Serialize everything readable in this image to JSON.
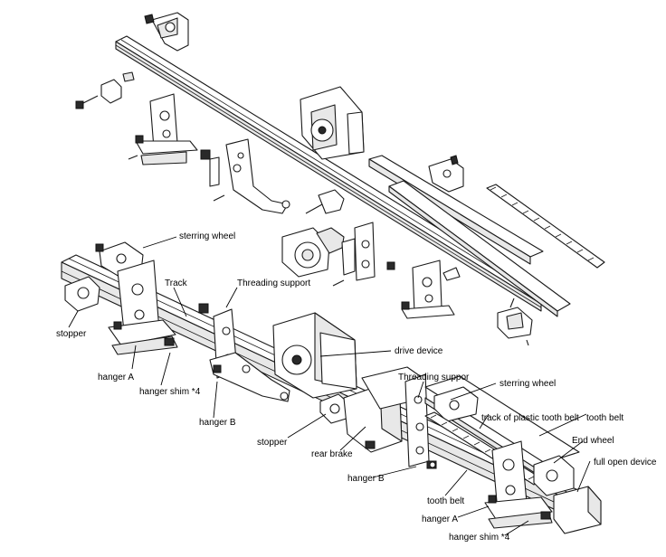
{
  "labels": {
    "sterring_wheel_top": "sterring wheel",
    "track": "Track",
    "threading_support": "Threading support",
    "stopper_left": "stopper",
    "drive_device": "drive device",
    "hanger_a_left": "hanger A",
    "hanger_shim_left": "hanger shim *4",
    "threading_suppor": "Threading suppor",
    "sterring_wheel_right": "sterring wheel",
    "hanger_b_left": "hanger B",
    "track_plastic_belt": "track of plastic tooth belt",
    "tooth_belt_top": "tooth belt",
    "stopper_mid": "stopper",
    "end_wheel": "End wheel",
    "rear_brake": "rear brake",
    "full_open_device": "full open device",
    "hanger_b_right": "hanger B",
    "tooth_belt_bottom": "tooth belt",
    "hanger_a_right": "hanger A",
    "hanger_shim_right": "hanger shim *4"
  }
}
